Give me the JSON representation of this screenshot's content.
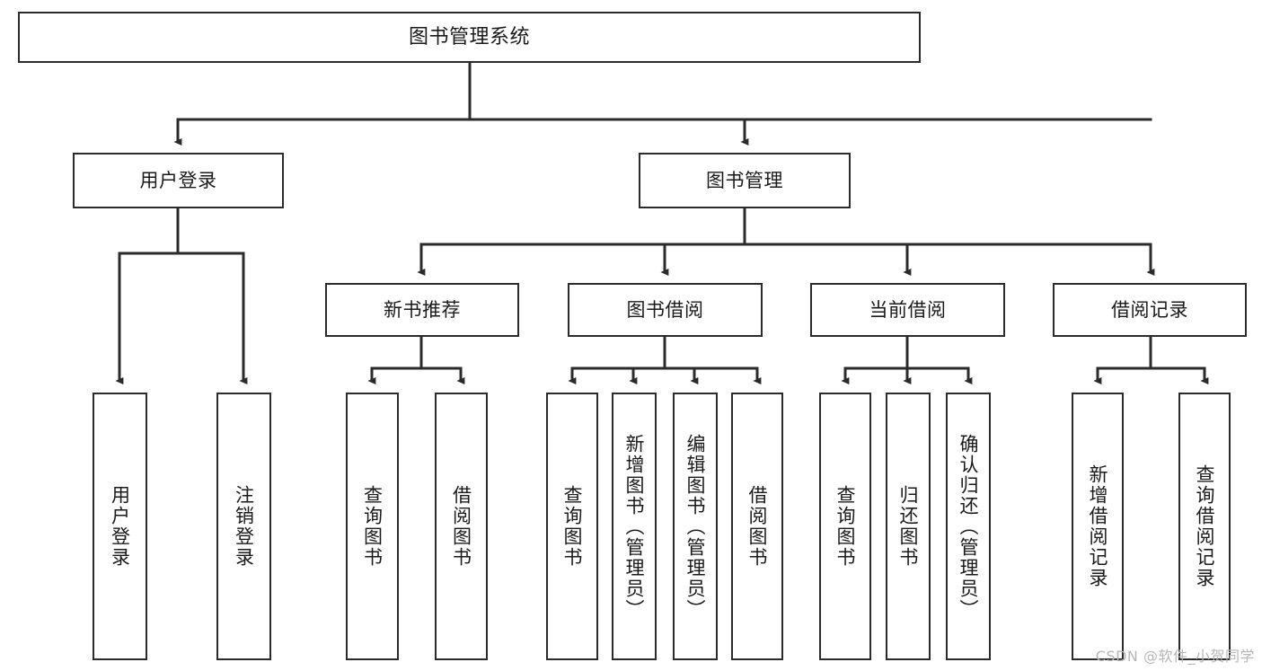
{
  "diagram": {
    "title": "图书管理系统",
    "watermark": "CSDN @软件_小贺同学",
    "line_color": "#2b2b2b",
    "box_fill": "#ffffff",
    "text_color": "#1a1a1a"
  },
  "nodes": {
    "root": {
      "label": "图书管理系统"
    },
    "level2": [
      {
        "label": "用户登录"
      },
      {
        "label": "图书管理"
      }
    ],
    "level3": [
      {
        "label": "新书推荐"
      },
      {
        "label": "图书借阅"
      },
      {
        "label": "当前借阅"
      },
      {
        "label": "借阅记录"
      }
    ],
    "leaves": {
      "user_login": [
        {
          "label": "用户登录"
        },
        {
          "label": "注销登录"
        }
      ],
      "new_book": [
        {
          "label": "查询图书"
        },
        {
          "label": "借阅图书"
        }
      ],
      "book_borrow": [
        {
          "label": "查询图书"
        },
        {
          "label": "新增图书（管理员）"
        },
        {
          "label": "编辑图书（管理员）"
        },
        {
          "label": "借阅图书"
        }
      ],
      "current_borrow": [
        {
          "label": "查询图书"
        },
        {
          "label": "归还图书"
        },
        {
          "label": "确认归还（管理员）"
        }
      ],
      "borrow_record": [
        {
          "label": "新增借阅记录"
        },
        {
          "label": "查询借阅记录"
        }
      ]
    }
  }
}
